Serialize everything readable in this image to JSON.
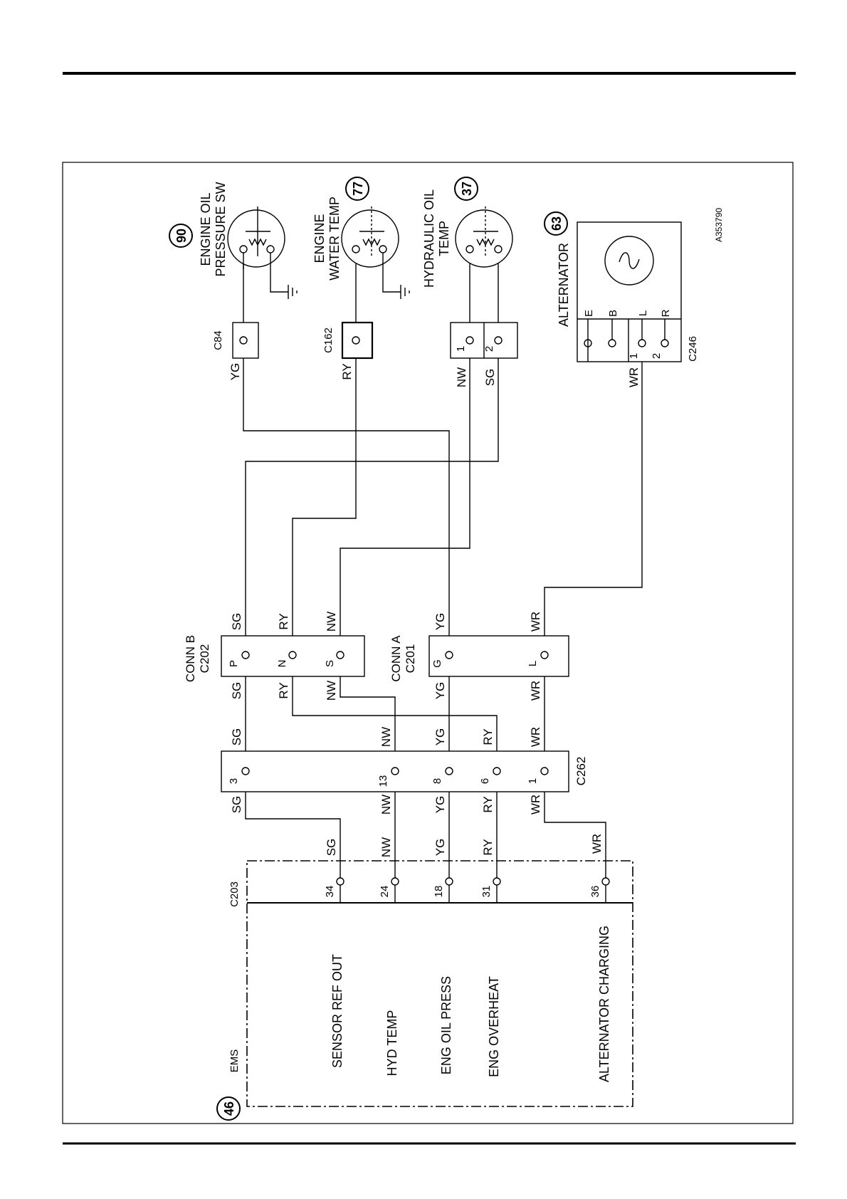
{
  "drawing_ref": "A353790",
  "components": {
    "ems": {
      "ref": "46",
      "name": "EMS",
      "connector": "C203"
    },
    "oil_pressure_sw": {
      "ref": "90",
      "name_line1": "ENGINE OIL",
      "name_line2": "PRESSURE SW"
    },
    "water_temp": {
      "ref": "77",
      "name_line1": "ENGINE",
      "name_line2": "WATER TEMP"
    },
    "hyd_oil_temp": {
      "ref": "37",
      "name_line1": "HYDRAULIC OIL",
      "name_line2": "TEMP"
    },
    "alternator": {
      "ref": "63",
      "name": "ALTERNATOR",
      "connector": "C246",
      "terminals": [
        "E",
        "B",
        "L",
        "R"
      ],
      "pins": [
        "1",
        "2"
      ]
    }
  },
  "connectors": {
    "c84": "C84",
    "c162": "C162",
    "hyd": {
      "pins": [
        "1",
        "2"
      ]
    },
    "conn_b": {
      "name": "CONN B",
      "id": "C202",
      "pins": [
        "P",
        "N",
        "S"
      ]
    },
    "conn_a": {
      "name": "CONN A",
      "id": "C201",
      "pins": [
        "G",
        "L"
      ]
    },
    "c262": {
      "id": "C262",
      "pins": [
        "3",
        "13",
        "8",
        "6",
        "1"
      ]
    }
  },
  "ems_pins": [
    "34",
    "24",
    "18",
    "31",
    "36"
  ],
  "ems_functions": [
    "SENSOR REF OUT",
    "HYD TEMP",
    "ENG OIL PRESS",
    "ENG OVERHEAT",
    "ALTERNATOR CHARGING"
  ],
  "wire_colors": {
    "sg": "SG",
    "nw": "NW",
    "yg": "YG",
    "ry": "RY",
    "wr": "WR"
  }
}
